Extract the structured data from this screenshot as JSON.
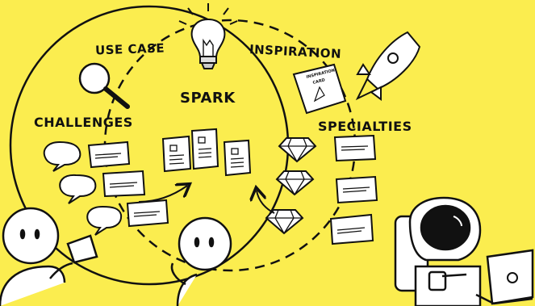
{
  "labels": {
    "use_case": "USE CASE",
    "inspiration": "INSPIRATION",
    "spark": "SPARK",
    "challenges": "CHALLENGES",
    "specialties": "SPECIALTIES"
  },
  "inspiration_card": {
    "line1": "INSPIRATION",
    "line2": "CARD"
  },
  "colors": {
    "background": "#fbed4f",
    "ink": "#111111",
    "paper": "#ffffff",
    "highlight": "#f7d842"
  },
  "icons": [
    "lightbulb-icon",
    "magnifier-icon",
    "rocket-icon",
    "inspiration-card-icon",
    "diamond-icon",
    "speech-bubble-icon",
    "sticky-note-icon",
    "person-icon",
    "astronaut-icon",
    "laptop-icon"
  ]
}
